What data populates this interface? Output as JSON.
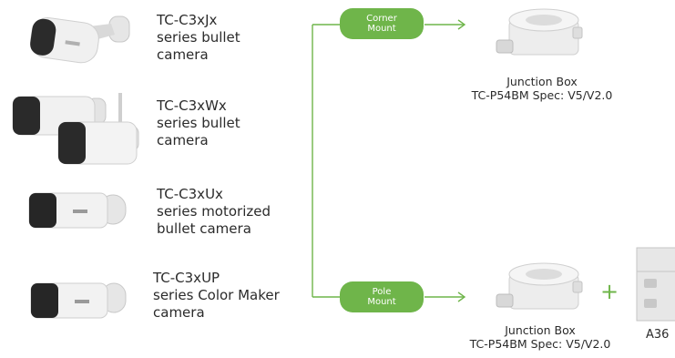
{
  "cameras": [
    {
      "lines": [
        "TC-C3xJx",
        "series bullet",
        "camera"
      ]
    },
    {
      "lines": [
        "TC-C3xWx",
        "series bullet",
        "camera"
      ]
    },
    {
      "lines": [
        "TC-C3xUx",
        "series motorized",
        "bullet camera"
      ]
    },
    {
      "lines": [
        "TC-C3xUP",
        "series Color Maker",
        "camera"
      ]
    }
  ],
  "mounts": {
    "corner": {
      "line1": "Corner",
      "line2": "Mount"
    },
    "pole": {
      "line1": "Pole",
      "line2": "Mount"
    }
  },
  "junction_boxes": {
    "top": {
      "line1": "Junction Box",
      "line2": "TC-P54BM Spec: V5/V2.0"
    },
    "bottom": {
      "line1": "Junction Box",
      "line2": "TC-P54BM Spec: V5/V2.0"
    }
  },
  "plus_symbol": "+",
  "accessory": {
    "label": "A36"
  },
  "colors": {
    "accent": "#6fb54a",
    "line": "#6fb54a",
    "text": "#2b2b2b"
  }
}
